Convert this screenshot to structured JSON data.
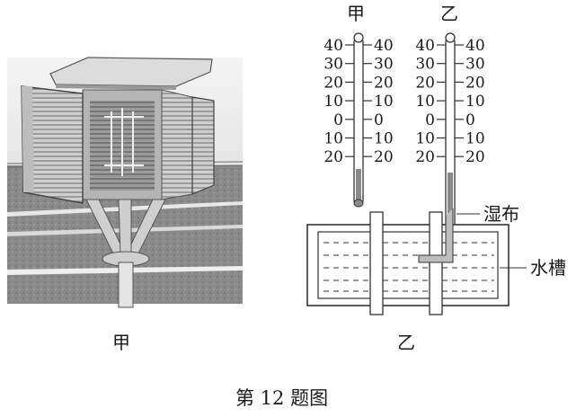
{
  "photo": {
    "label": "甲"
  },
  "diagram": {
    "label": "乙",
    "thermometer_a": {
      "title": "甲",
      "ticks": [
        "40",
        "30",
        "20",
        "10",
        "0",
        "10",
        "20"
      ]
    },
    "thermometer_b": {
      "title": "乙",
      "ticks": [
        "40",
        "30",
        "20",
        "10",
        "0",
        "10",
        "20"
      ]
    },
    "wet_cloth_label": "湿布",
    "water_tank_label": "水槽"
  },
  "figure_caption": "第 12 题图"
}
